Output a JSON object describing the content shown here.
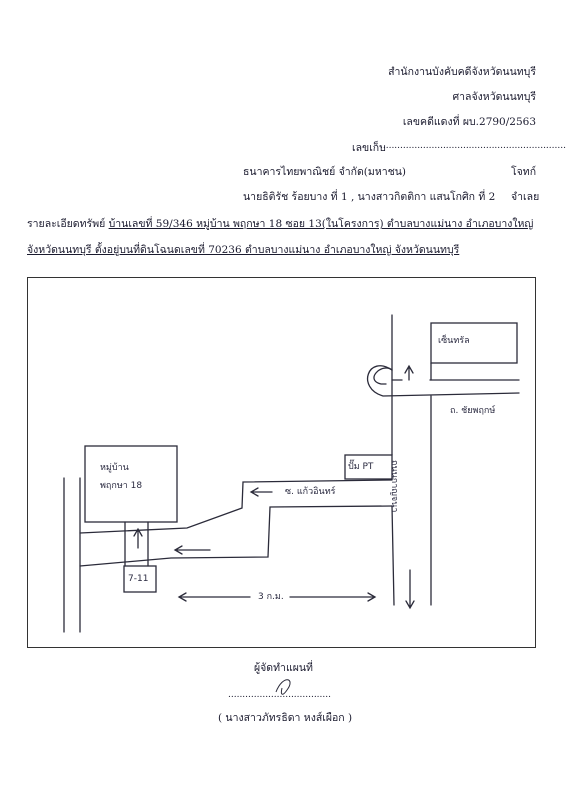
{
  "header": {
    "office": "สำนักงานบังคับคดีจังหวัดนนทบุรี",
    "court": "ศาลจังหวัดนนทบุรี",
    "case_no": "เลขคดีแดงที่ ผบ.2790/2563",
    "storage_label": "เลขเก็บ",
    "storage_dots": "...................................................................."
  },
  "parties": {
    "plaintiff": "ธนาคารไทยพาณิชย์ จำกัด(มหาชน)",
    "plaintiff_role": "โจทก์",
    "defendants": "นายธิติรัช  ร้อยบาง ที่ 1 , นางสาวกิตติกา  แสนโกศิก ที่ 2",
    "defendant_role": "จำเลย"
  },
  "property": {
    "prefix": "รายละเอียดทรัพย์",
    "line1": "บ้านเลขที่ 59/346 หมู่บ้าน พฤกษา 18 ซอย 13(ในโครงการ) ตำบลบางแม่นาง อำเภอบางใหญ่",
    "line2": "จังหวัดนนทบุรี  ตั้งอยู่บนที่ดินโฉนดเลขที่ 70236 ตำบลบางแม่นาง อำเภอบางใหญ่ จังหวัดนนทบุรี"
  },
  "map": {
    "central": "เซ็นทรัล",
    "road_chaiyaphruek": "ถ. ชัยพฤกษ์",
    "road_kanchana": "ถนนกาญจนา",
    "gas_station": "ปั๊ม  PT",
    "soi": "ซ. แก้วอินทร์",
    "village_line1": "หมู่บ้าน",
    "village_line2": "พฤกษา  18",
    "store": "7-11",
    "distance": "3  ก.ม."
  },
  "footer": {
    "signer_title": "ผู้จัดทำแผนที่",
    "dots": "....................................",
    "signer_name": "( นางสาวภัทรธิดา  หงส์เผือก )"
  }
}
